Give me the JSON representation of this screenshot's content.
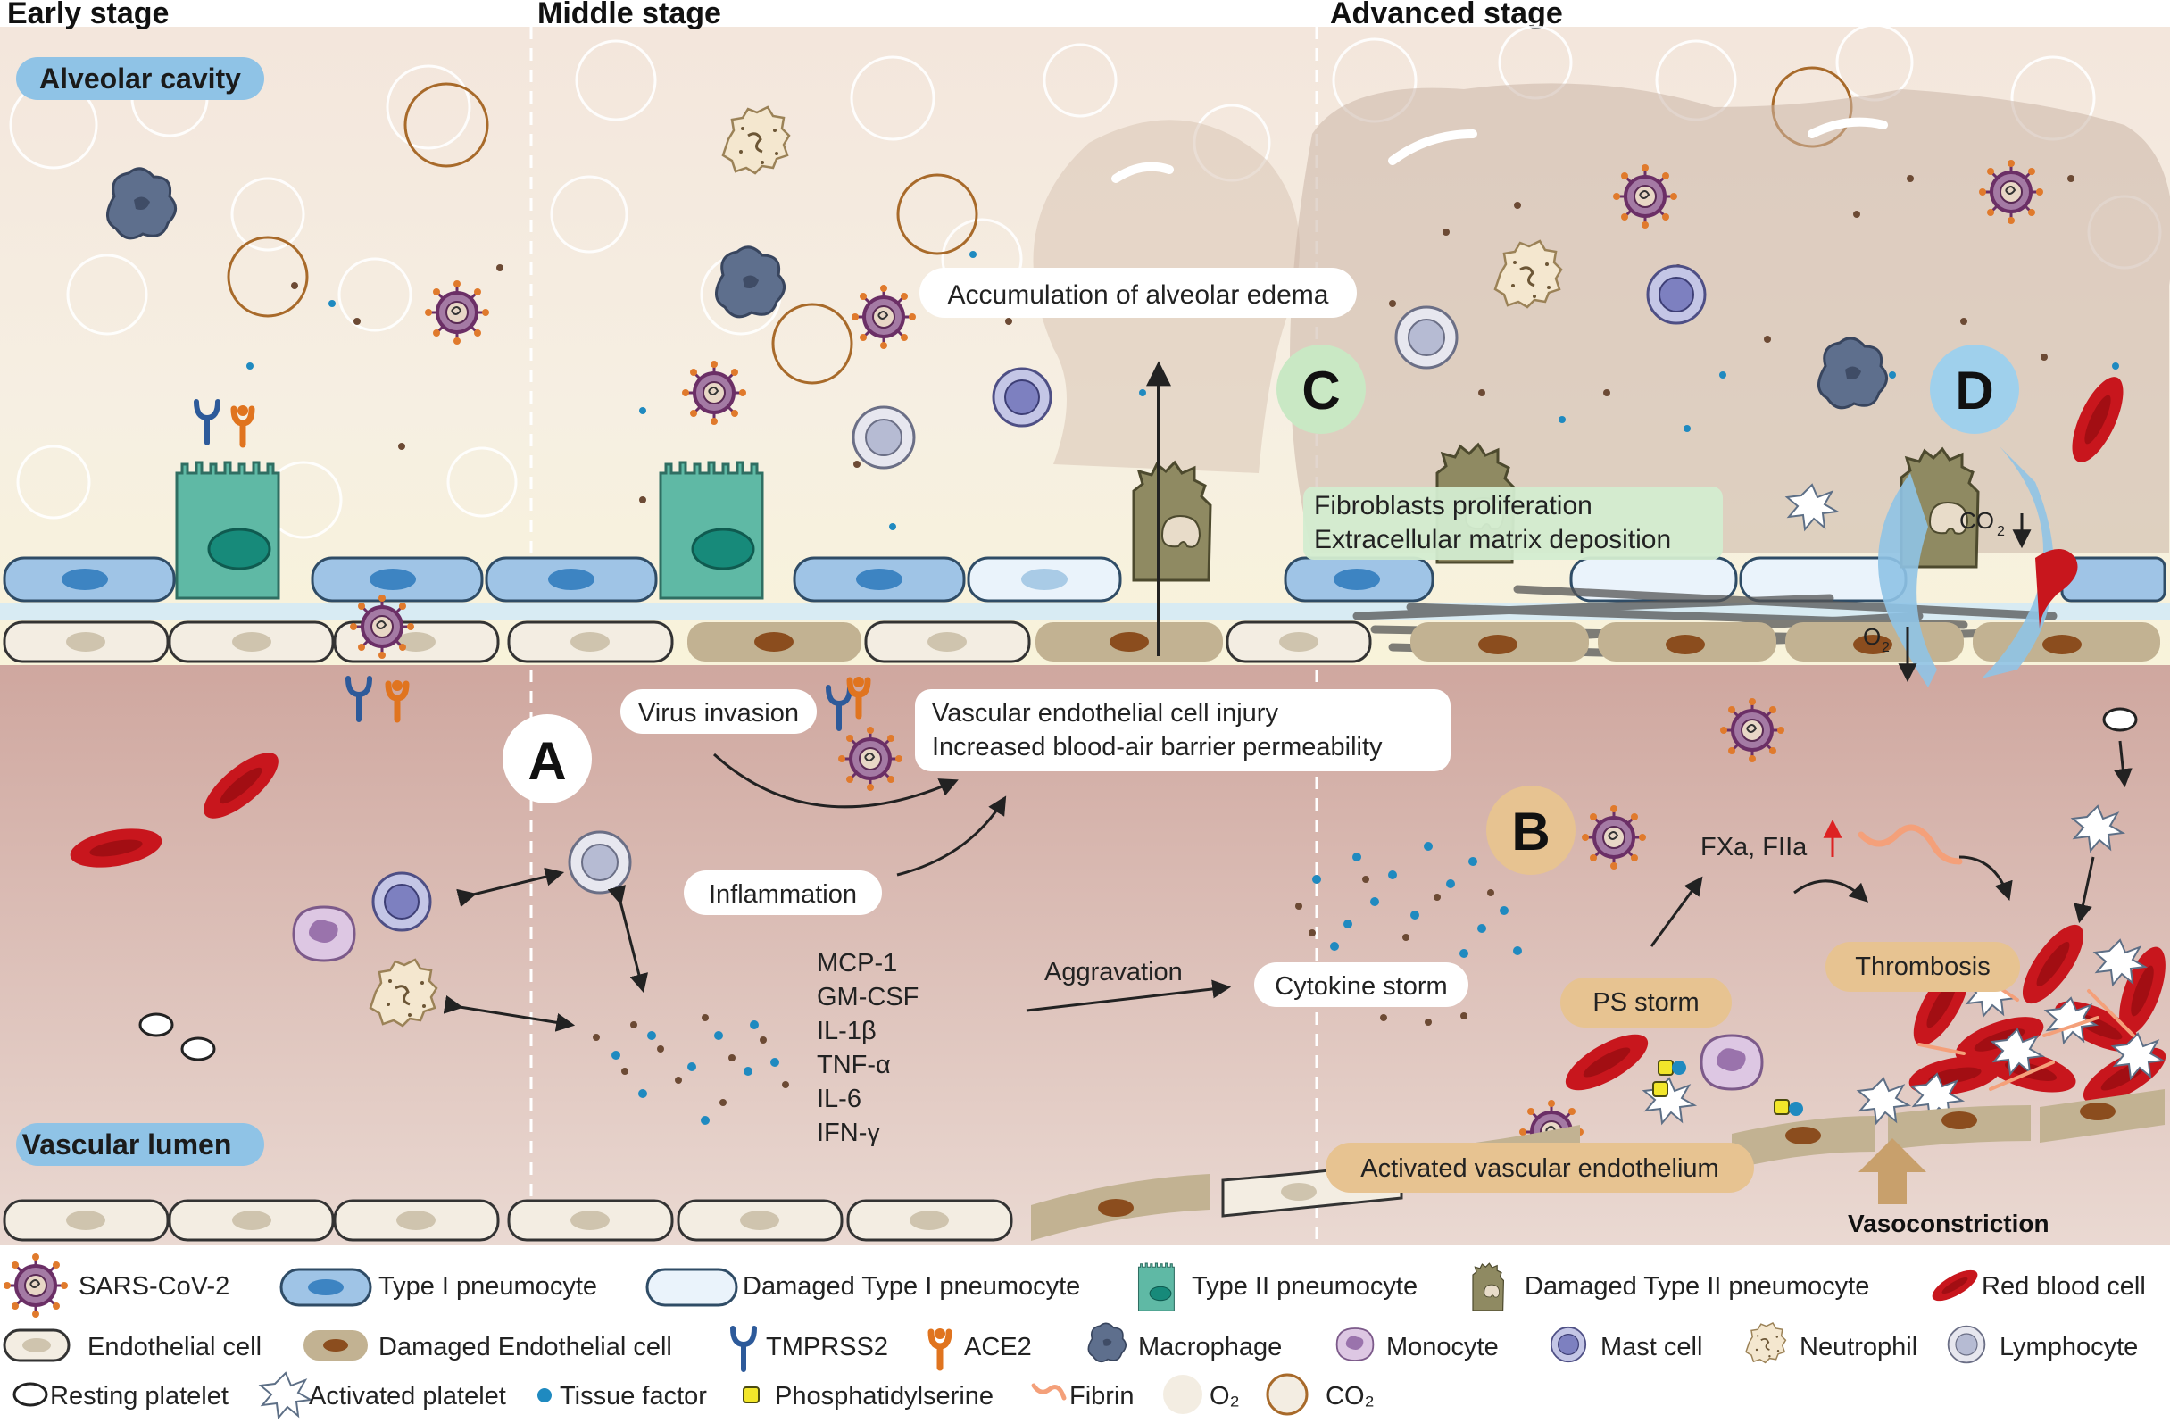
{
  "stages": {
    "early": "Early stage",
    "middle": "Middle stage",
    "advanced": "Advanced stage"
  },
  "regions": {
    "alveolar": "Alveolar cavity",
    "vascular": "Vascular lumen"
  },
  "panels": {
    "a": "A",
    "b": "B",
    "c": "C",
    "d": "D"
  },
  "labels": {
    "edema": "Accumulation of alveolar edema",
    "fibro1": "Fibroblasts proliferation",
    "fibro2": "Extracellular matrix deposition",
    "virus_invasion": "Virus invasion",
    "injury1": "Vascular endothelial cell injury",
    "injury2": "Increased blood-air barrier permeability",
    "inflammation": "Inflammation",
    "aggravation": "Aggravation",
    "cytokine_storm": "Cytokine storm",
    "ps_storm": "PS storm",
    "thrombosis": "Thrombosis",
    "fxa": "FXa, FIIa",
    "activated_endo": "Activated vascular endothelium",
    "vasoconstriction": "Vasoconstriction",
    "co2": "CO",
    "co2_sub": "2",
    "o2": "O",
    "o2_sub": "2"
  },
  "cytokines": [
    "MCP-1",
    "GM-CSF",
    "IL-1β",
    "TNF-α",
    "IL-6",
    "IFN-γ"
  ],
  "legend": {
    "sars": "SARS-CoV-2",
    "type1": "Type I pneumocyte",
    "damaged_type1": "Damaged Type I pneumocyte",
    "type2": "Type II pneumocyte",
    "damaged_type2": "Damaged Type II pneumocyte",
    "rbc": "Red blood cell",
    "endo": "Endothelial cell",
    "damaged_endo": "Damaged Endothelial cell",
    "tmprss2": "TMPRSS2",
    "ace2": "ACE2",
    "macrophage": "Macrophage",
    "monocyte": "Monocyte",
    "mast": "Mast cell",
    "neutrophil": "Neutrophil",
    "lymphocyte": "Lymphocyte",
    "resting_platelet": "Resting platelet",
    "activated_platelet": "Activated platelet",
    "tissue_factor": "Tissue factor",
    "ps": "Phosphatidylserine",
    "fibrin": "Fibrin",
    "o2": "O₂",
    "co2": "CO₂"
  },
  "colors": {
    "alveolar_bg": "#f6ede4",
    "vascular_bg": "#d9b8b0",
    "type1": "#9fc4e6",
    "type2": "#4fae9b",
    "rbc": "#c8161d",
    "virus": "#7b2d6b",
    "accent_blue": "#8fc3e6",
    "label_tan": "#e7c391",
    "label_green": "#d3ecd0"
  }
}
